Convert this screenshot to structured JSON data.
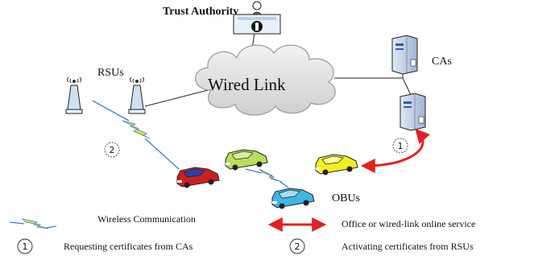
{
  "labels": {
    "trust_authority": "Trust Authority",
    "wired_link": "Wired Link",
    "rsus": "RSUs",
    "cas": "CAs",
    "obus": "OBUs",
    "step_badge_1": "1",
    "step_badge_2": "2"
  },
  "legend": {
    "wireless": "Wireless Communication",
    "office": "Office or wired-link  online service",
    "step1_num": "1",
    "step1_text": "Requesting certificates from CAs",
    "step2_num": "2",
    "step2_text": "Activating certificates from RSUs"
  },
  "colors": {
    "cloud": "#dcdcdc",
    "lightning": "#e6e62a",
    "lightning_stroke": "#3a7fd0",
    "arrow": "#e32020",
    "car_red": "#cc2020",
    "car_blue_roof": "#2a3fb0",
    "car_green": "#b6e05a",
    "car_yellow": "#f2f020",
    "car_cyan": "#3fb6e6"
  }
}
